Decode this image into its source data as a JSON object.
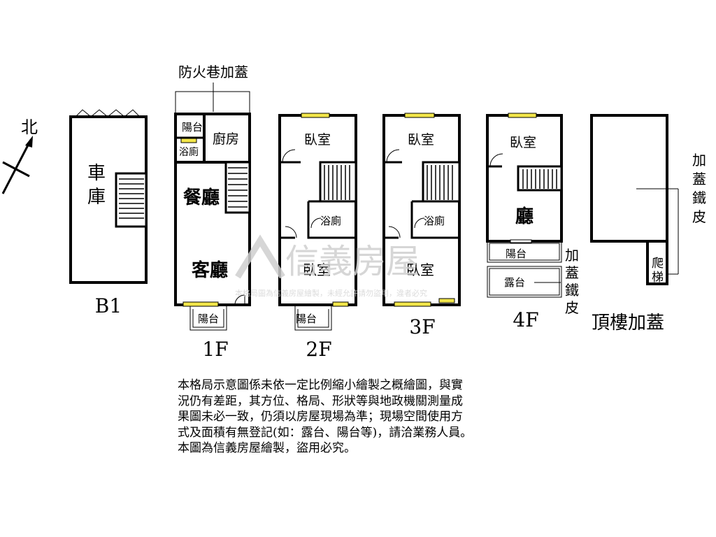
{
  "compass": {
    "label": "北"
  },
  "floors": {
    "b1": {
      "label": "B1",
      "rooms": {
        "garage": "車\n庫"
      }
    },
    "f1": {
      "label": "1F",
      "annex": "防火巷加蓋",
      "rooms": {
        "balcony_top": "陽台",
        "kitchen": "廚房",
        "bath": "浴廁",
        "dining": "餐廳",
        "living": "客廳",
        "balcony_bottom": "陽台"
      }
    },
    "f2": {
      "label": "2F",
      "rooms": {
        "bedroom_top": "臥室",
        "bath": "浴廁",
        "bedroom_bottom": "臥室",
        "balcony": "陽台"
      }
    },
    "f3": {
      "label": "3F",
      "rooms": {
        "bedroom_top": "臥室",
        "bath": "浴廁",
        "bedroom_bottom": "臥室"
      }
    },
    "f4": {
      "label": "4F",
      "rooms": {
        "bedroom": "臥室",
        "hall": "廳",
        "balcony": "陽台",
        "terrace": "露台"
      },
      "side_note": "加\n蓋\n鐵\n皮"
    },
    "roof": {
      "label": "頂樓加蓋",
      "ladder": "爬\n梯",
      "side_note": "加\n蓋\n鐵\n皮"
    }
  },
  "watermark": {
    "brand": "信義房屋",
    "notice": "本格局圖為信義房屋繪製，未經允許請勿盜用，違者必究"
  },
  "disclaimer": [
    "本格局示意圖係未依一定比例縮小繪製之概繪圖，與實",
    "況仍有差距，其方位、格局、形狀等與地政機關測量成",
    "果圖未必一致，仍須以房屋現場為準；現場空間使用方",
    "式及面積有無登記(如：露台、陽台等)，請洽業務人員。",
    "本圖為信義房屋繪製，盜用必究。"
  ]
}
